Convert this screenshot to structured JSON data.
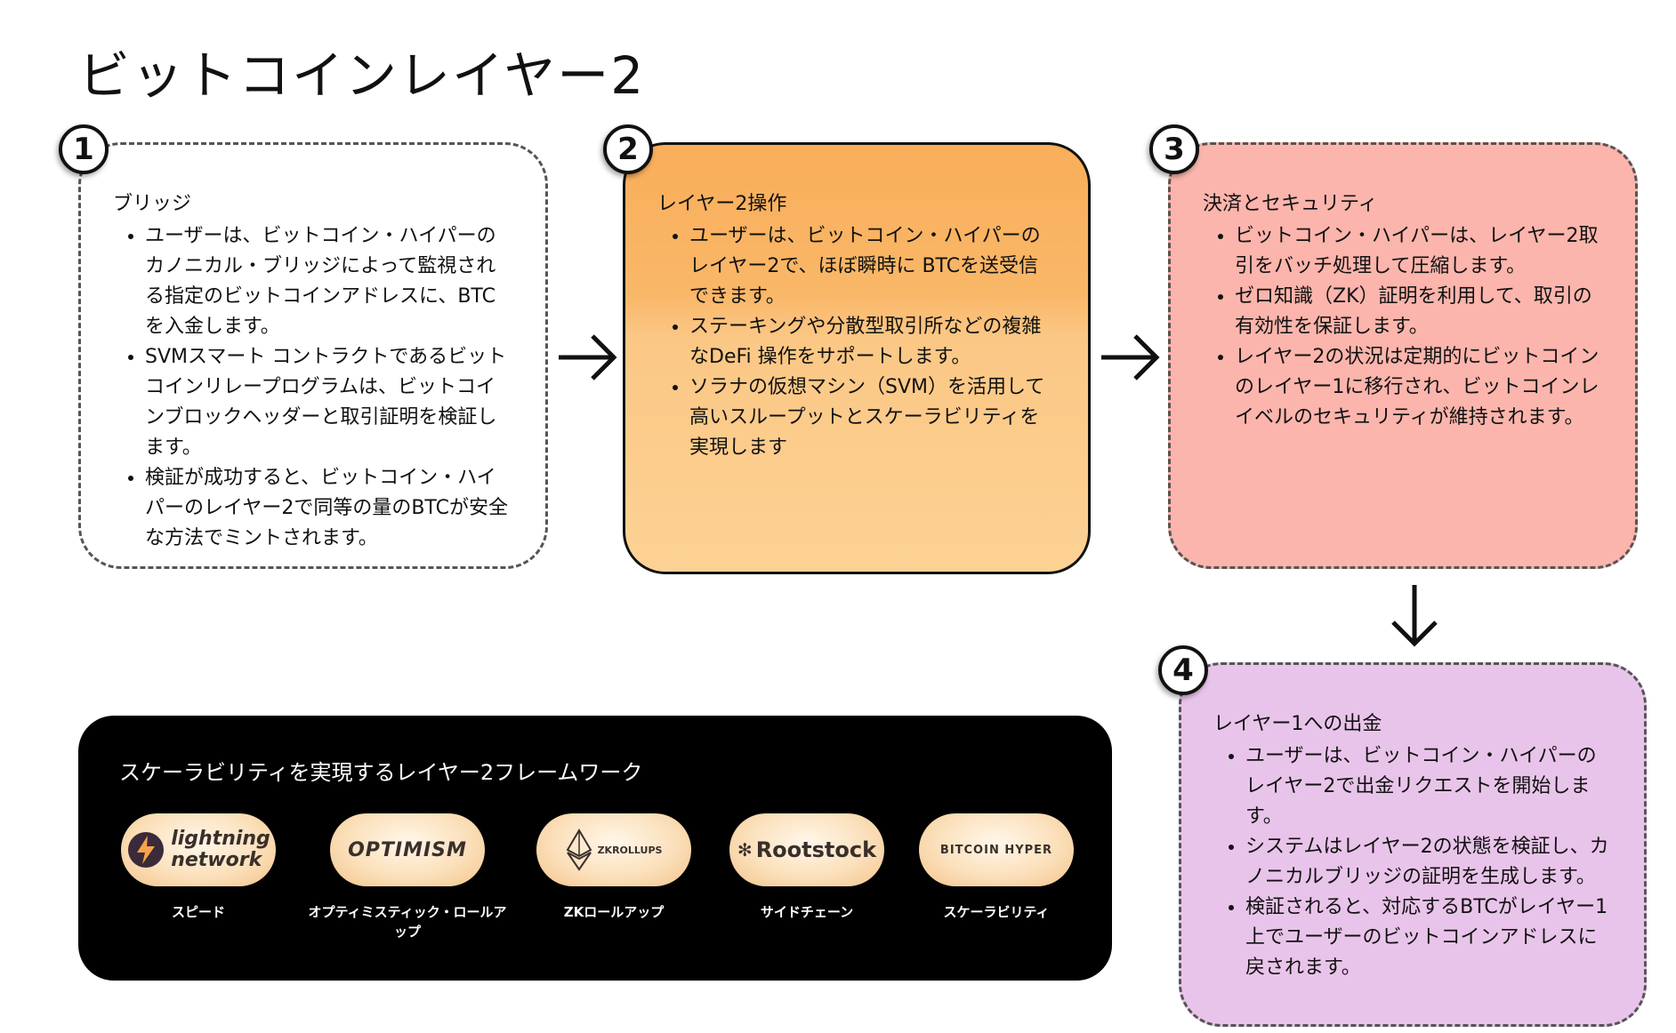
{
  "page_title": "ビットコインレイヤー2",
  "cards": [
    {
      "number": "1",
      "heading": "ブリッジ",
      "bullets": [
        "ユーザーは、ビットコイン・ハイパーのカノニカル・ブリッジによって監視される指定のビットコインアドレスに、BTCを入金します。",
        "SVMスマート コントラクトであるビットコインリレープログラムは、ビットコインブロックヘッダーと取引証明を検証します。",
        "検証が成功すると、ビットコイン・ハイパーのレイヤー2で同等の量のBTCが安全な方法でミントされます。"
      ]
    },
    {
      "number": "2",
      "heading": "レイヤー2操作",
      "bullets": [
        "ユーザーは、ビットコイン・ハイパーのレイヤー2で、ほぼ瞬時に BTCを送受信できます。",
        "ステーキングや分散型取引所などの複雑なDeFi 操作をサポートします。",
        "ソラナの仮想マシン（SVM）を活用して高いスループットとスケーラビリティを実現します"
      ]
    },
    {
      "number": "3",
      "heading": "決済とセキュリティ",
      "bullets": [
        "ビットコイン・ハイパーは、レイヤー2取引をバッチ処理して圧縮します。",
        "ゼロ知識（ZK）証明を利用して、取引の有効性を保証します。",
        "レイヤー2の状況は定期的にビットコインのレイヤー1に移行され、ビットコインレイベルのセキュリティが維持されます。"
      ]
    },
    {
      "number": "4",
      "heading": "レイヤー1への出金",
      "bullets": [
        "ユーザーは、ビットコイン・ハイパーのレイヤー2で出金リクエストを開始します。",
        "システムはレイヤー2の状態を検証し、カノニカルブリッジの証明を生成します。",
        "検証されると、対応するBTCがレイヤー1上でユーザーのビットコインアドレスに戻されます。"
      ]
    }
  ],
  "framework": {
    "title": "スケーラビリティを実現するレイヤー2フレームワーク",
    "items": [
      {
        "logo": "lightning network",
        "logo_line1": "lightning",
        "logo_line2": "network",
        "caption": "スピード",
        "icon": "lightning-bolt-icon"
      },
      {
        "logo": "OPTIMISM",
        "caption": "オプティミスティック・ロールアップ"
      },
      {
        "logo": "ZKROLLUPS",
        "caption": "ZKロールアップ",
        "icon": "ethereum-icon"
      },
      {
        "logo": "Rootstock",
        "caption": "サイドチェーン",
        "icon": "rootstock-icon"
      },
      {
        "logo": "BITCOIN HYPER",
        "caption": "スケーラビリティ"
      }
    ]
  },
  "colors": {
    "card2_top": "#f9ae5a",
    "card2_bottom": "#fcd294",
    "card3": "#fbb5ac",
    "card4": "#e9c4ea",
    "framework_bg": "#000000"
  }
}
